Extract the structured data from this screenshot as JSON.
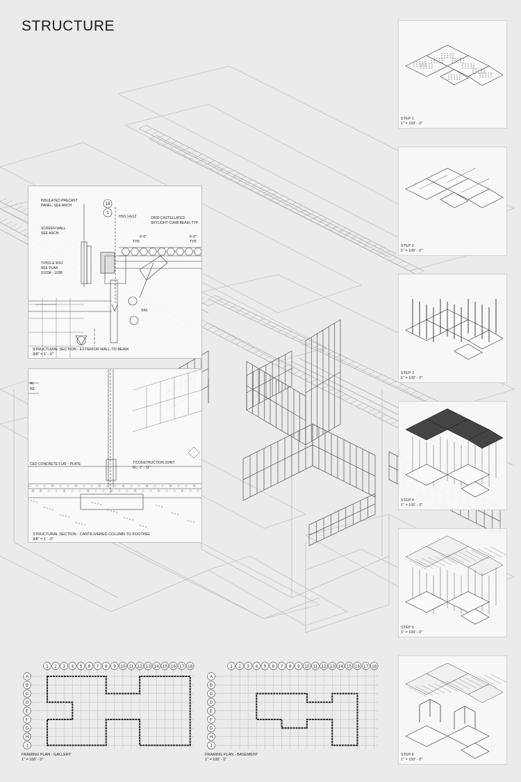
{
  "page": {
    "title": "STRUCTURE"
  },
  "section_exterior": {
    "caption": "STRUCTURAL SECTION - EXTERIOR WALL TO BEAM",
    "scale": "3/8\" = 1' - 0\"",
    "notes": {
      "precast": "INSULATED PRECAST",
      "precast2": "PANEL, SEE ARCH",
      "screen": "SCREEN WALL",
      "screen2": "SEE ARCH.",
      "tos": "T/HSS & W10",
      "tos2": "SEE PLAN",
      "tos3": "S103A - 103B",
      "hss": "HSS 14x12",
      "cb": "CB30 CASTELLATED",
      "cb2": "SKYLIGHT CURB BEAM, TYP.",
      "dim1": "6'-6\"",
      "dim1b": "TYP.",
      "dim2": "6'-6\"",
      "dim2b": "TYP.",
      "sim": "SIM.",
      "grid_a": "18",
      "grid_b": "1"
    }
  },
  "section_column": {
    "caption": "STRUCTURAL SECTION - CANTILIVERED COLUMN TO FOOTING",
    "scale": "3/8\" = 1' - 0\"",
    "notes": {
      "slab": "CED CONCRETE FLAT - PLATE",
      "joint": "T/CONSTRUCTION JOINT",
      "joint2": "EL: -1' - 11\"",
      "left1": "AL",
      "left2": "RE"
    }
  },
  "steps": [
    {
      "label": "STEP 1",
      "scale": "1\" = 100' - 0\""
    },
    {
      "label": "STEP 2",
      "scale": "1\" = 100' - 0\""
    },
    {
      "label": "STEP 3",
      "scale": "1\" = 100' - 0\""
    },
    {
      "label": "STEP 4",
      "scale": "1\" = 100' - 0\""
    },
    {
      "label": "STEP 5",
      "scale": "1\" = 100' - 0\""
    },
    {
      "label": "STEP 6",
      "scale": "1\" = 100' - 0\""
    }
  ],
  "plans": [
    {
      "caption": "FRAMING PLAN - GALLERY",
      "scale": "1\" = 100' - 0\""
    },
    {
      "caption": "FRAMING PLAN - BASEMENT",
      "scale": "1\" = 100' - 0\""
    }
  ],
  "grid": {
    "columns": [
      "1",
      "2",
      "3",
      "4",
      "5",
      "6",
      "7",
      "8",
      "9",
      "10",
      "11",
      "12",
      "13",
      "14",
      "15",
      "16",
      "17",
      "18"
    ],
    "rows": [
      "A",
      "B",
      "C",
      "D",
      "E",
      "F",
      "G",
      "H",
      "J"
    ]
  }
}
